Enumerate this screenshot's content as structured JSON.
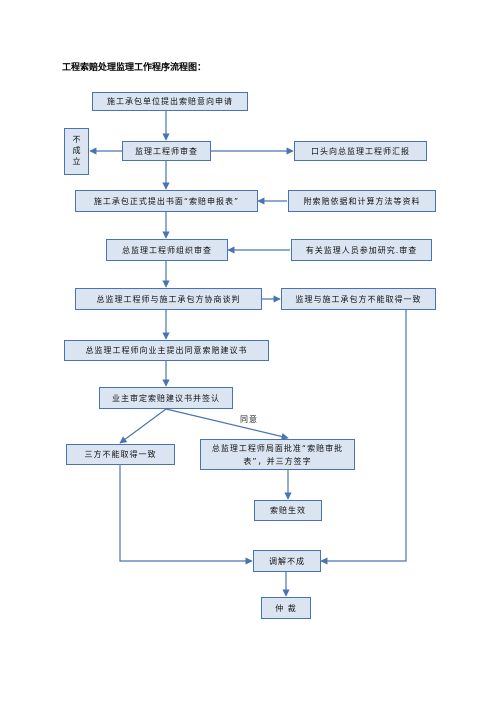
{
  "title": "工程索赔处理监理工作程序流程图：",
  "nodes": {
    "n1": "施工承包单位提出索赔意向申请",
    "not_valid": "不成立",
    "n2": "监理工程师审查",
    "n2_side": "口头向总监理工程师汇报",
    "n3": "施工承包正式提出书面“索赔申报表”",
    "n3_side": "附索赔依据和计算方法等资料",
    "n4": "总监理工程师组织审查",
    "n4_side": "有关监理人员参加研究.审查",
    "n5": "总监理工程师与施工承包方协商谈判",
    "n5_side": "监理与施工承包方不能取得一致",
    "n6": "总监理工程师向业主提出同意索赔建议书",
    "n7": "业主审定索赔建议书并签认",
    "n8_left": "三方不能取得一致",
    "n8_right": "总监理工程师局面批准“索赔审批表”，并三方签字",
    "n9": "索赔生效",
    "n10": "调解不成",
    "n11": "仲 裁"
  },
  "edge_labels": {
    "agree": "同意"
  },
  "colors": {
    "box_fill": "#dbe4f1",
    "box_border": "#4a74b0",
    "line": "#4a74b0"
  }
}
